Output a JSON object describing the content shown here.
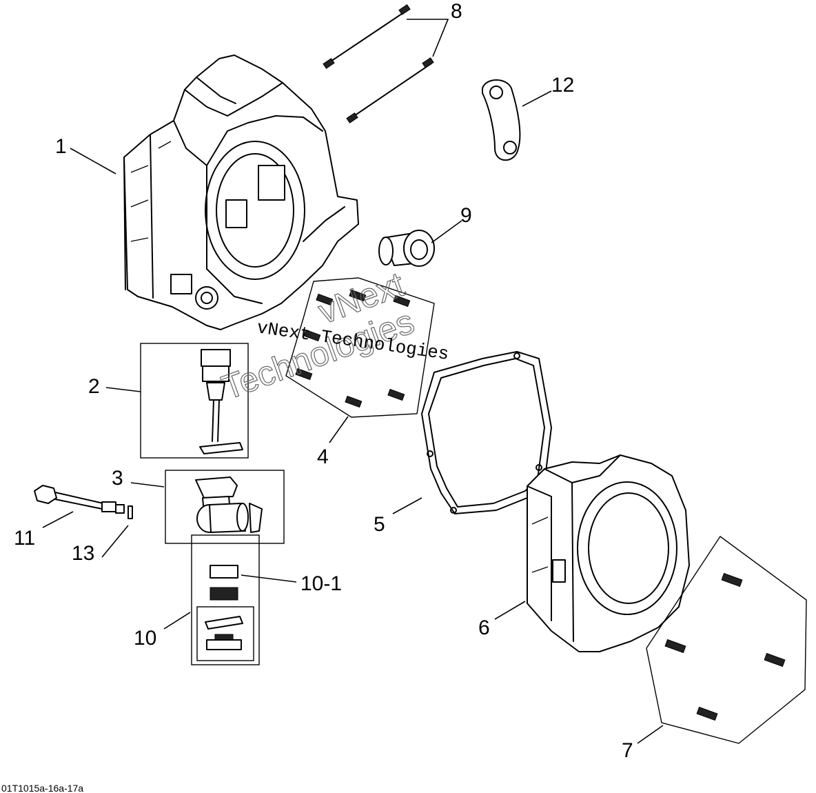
{
  "callouts": {
    "c1": "1",
    "c2": "2",
    "c3": "3",
    "c4": "4",
    "c5": "5",
    "c6": "6",
    "c7": "7",
    "c8": "8",
    "c9": "9",
    "c10": "10",
    "c10_1": "10-1",
    "c11": "11",
    "c12": "12",
    "c13": "13"
  },
  "watermark": {
    "line1": "vNext Technologies",
    "big_a": "vNext",
    "big_b": "Technologies"
  },
  "figure_code": "01T1015a-16a-17a"
}
